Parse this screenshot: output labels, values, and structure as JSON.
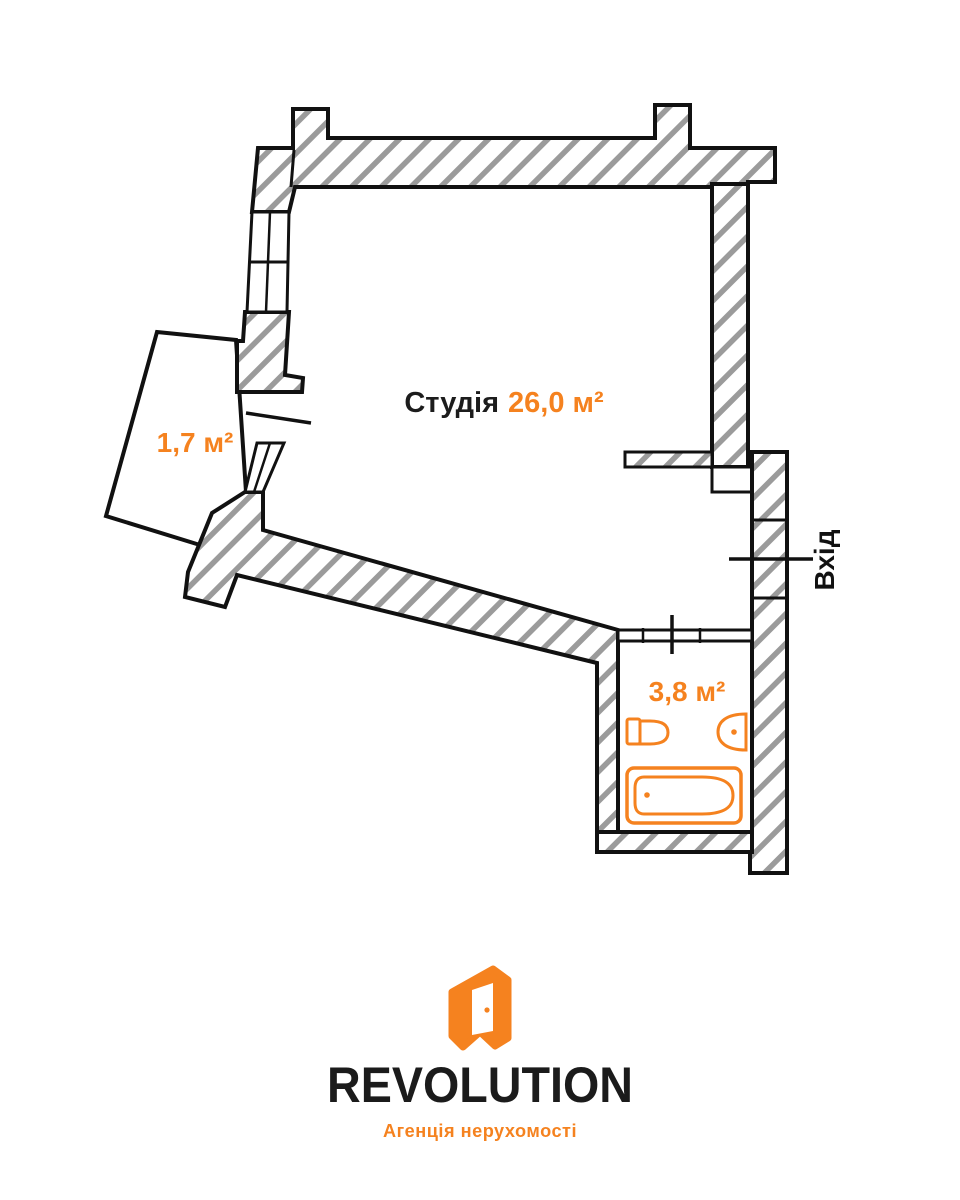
{
  "floor_plan": {
    "studio": {
      "name": "Студія",
      "area": "26,0 м²"
    },
    "balcony": {
      "area": "1,7 м²"
    },
    "bathroom": {
      "area": "3,8 м²"
    },
    "entrance": {
      "label": "Вхід"
    }
  },
  "branding": {
    "logo_text": "REVOLUTION",
    "tagline": "Агенція нерухомості"
  },
  "colors": {
    "accent_orange": "#F5821F",
    "outline_black": "#111111",
    "hatch_gray": "#9B9B9B",
    "background": "#FFFFFF"
  },
  "icons": {
    "toilet": "toilet-icon",
    "sink": "sink-icon",
    "bathtub": "bathtub-icon",
    "logo_mark": "logo-door-icon"
  }
}
